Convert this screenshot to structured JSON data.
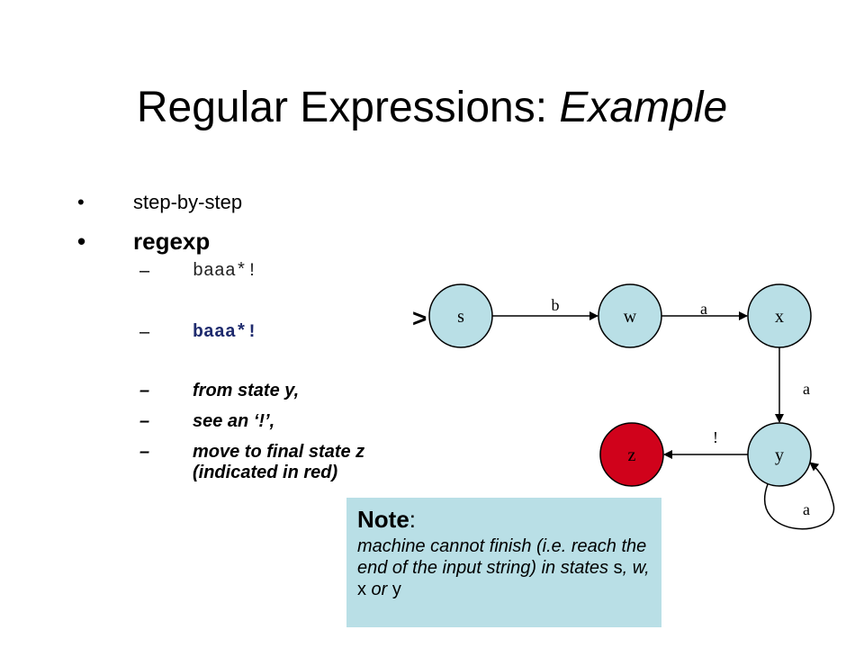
{
  "title": {
    "main": "Regular Expressions: ",
    "italic": "Example"
  },
  "bullets": [
    {
      "marker": "•",
      "text": "step-by-step"
    },
    {
      "marker": "•",
      "text": "regexp"
    }
  ],
  "subbullets": [
    {
      "marker": "–",
      "text": "baaa*!"
    },
    {
      "marker": "–",
      "text": "baaa*!"
    },
    {
      "marker": "–",
      "text": "from state y,"
    },
    {
      "marker": "–",
      "text": "see an ‘!’,"
    },
    {
      "marker": "–",
      "lines": [
        "move to final state z",
        "(indicated in red)"
      ]
    }
  ],
  "diagram": {
    "start_marker": ">",
    "states": [
      {
        "id": "s",
        "label": "s",
        "final": false,
        "start": true
      },
      {
        "id": "w",
        "label": "w",
        "final": false
      },
      {
        "id": "x",
        "label": "x",
        "final": false
      },
      {
        "id": "y",
        "label": "y",
        "final": false
      },
      {
        "id": "z",
        "label": "z",
        "final": true
      }
    ],
    "transitions": [
      {
        "from": "s",
        "to": "w",
        "label": "b"
      },
      {
        "from": "w",
        "to": "x",
        "label": "a"
      },
      {
        "from": "x",
        "to": "y",
        "label": "a"
      },
      {
        "from": "y",
        "to": "z",
        "label": "!"
      },
      {
        "from": "y",
        "to": "y",
        "label": "a"
      }
    ]
  },
  "colors": {
    "state_fill": "#b9dfe6",
    "final_fill": "#d0021b",
    "note_bg": "#b9dfe6"
  },
  "note": {
    "heading_word": "Note",
    "heading_colon": ":",
    "body": {
      "p1": "machine cannot finish (i.e. reach the end of the input string) in states ",
      "s": "s",
      "p2": ", ",
      "w": "w",
      "p3": ", ",
      "x": "x",
      "p4": " or ",
      "y": "y"
    }
  }
}
